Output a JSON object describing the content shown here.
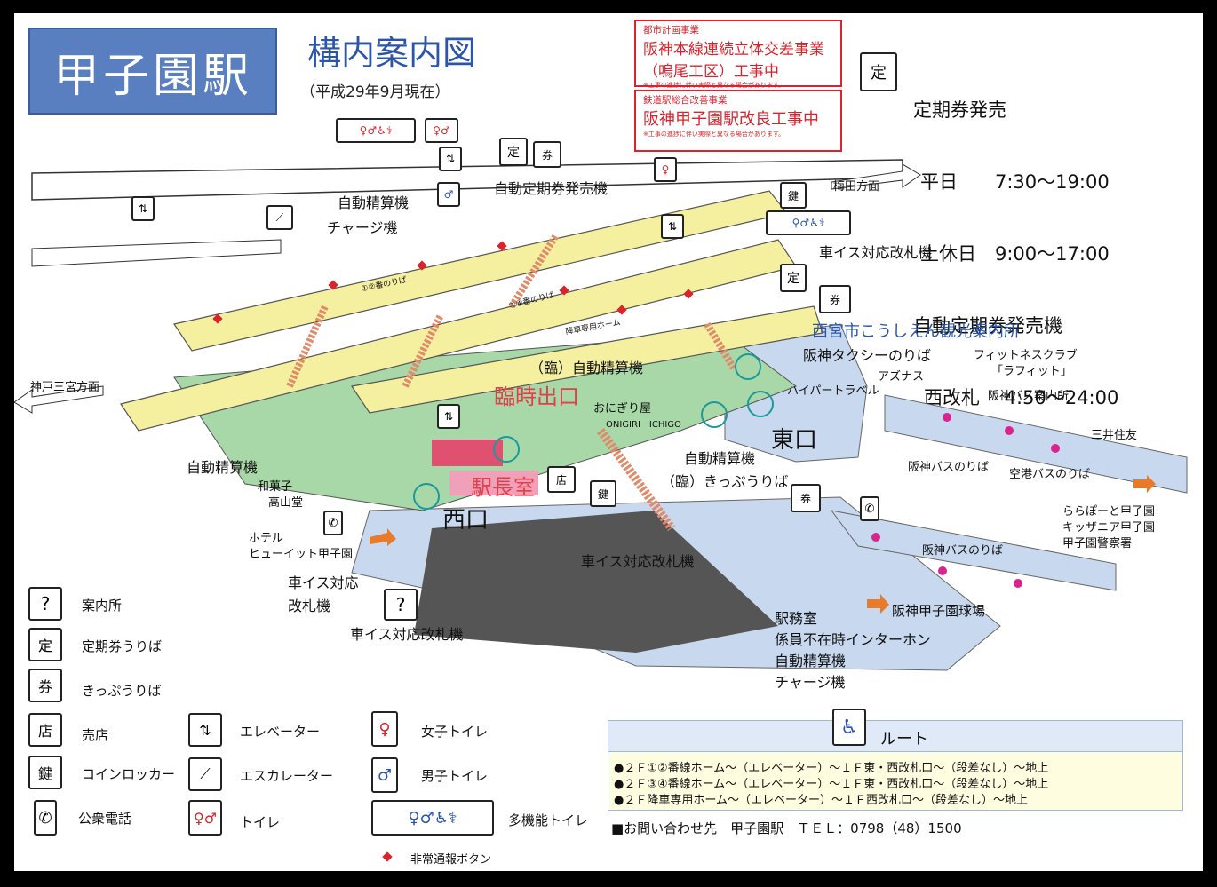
{
  "header": {
    "station_name": "甲子園駅",
    "map_title": "構内案内図",
    "as_of": "（平成29年9月現在）"
  },
  "notices": [
    {
      "category": "都市計画事業",
      "title": "阪神本線連続立体交差事業",
      "subtitle": "（鳴尾工区）工事中",
      "note": "※工事の進捗に伴い実際と異なる場合があります。"
    },
    {
      "category": "鉄道駅総合改善事業",
      "title": "阪神甲子園駅改良工事中",
      "note": "※工事の進捗に伴い実際と異なる場合があります。"
    }
  ],
  "ticket_info": {
    "title": "定期券発売",
    "weekday": "平日　　7:30〜19:00",
    "weekend": "土休日　9:00〜17:00",
    "machine_title": "自動定期券発売機",
    "machine_hours": "西改札　 4:50〜24:00"
  },
  "directions": {
    "umeda": "梅田方面",
    "kobe": "神戸三宮方面"
  },
  "map_labels": {
    "auto_adjust_charge_1": "自動精算機",
    "auto_adjust_charge_2": "チャージ機",
    "auto_commuter_machine": "自動定期券発売機",
    "wheelchair_gate_east": "車イス対応改札機",
    "tourist_office": "西宮市こうしえん観光案内所",
    "taxi": "阪神タクシーのりば",
    "aznas": "アズナス",
    "fitness": "フィットネスクラブ",
    "lafit": "「ラフィット」",
    "travel": "ハイパートラベル",
    "temp_auto_adjust": "（臨）自動精算機",
    "temp_exit": "臨時出口",
    "onigiri": "おにぎり屋",
    "onigiri_en": "ONIGIRI　ICHIGO",
    "east_exit": "東口",
    "bus_info": "阪神バス案内所",
    "mitsui": "三井住友",
    "hanshin_bus_1": "阪神バスのりば",
    "airport_bus": "空港バスのりば",
    "auto_adjust_west": "自動精算機",
    "wagashi_1": "和菓子",
    "wagashi_2": "高山堂",
    "hotel_1": "ホテル",
    "hotel_2": "ヒューイット甲子園",
    "station_office": "駅長室",
    "west_exit": "西口",
    "auto_adjust_center": "自動精算機",
    "temp_ticket": "（臨）きっぷうりば",
    "lalaport": "ららぽーと甲子園",
    "kidzania": "キッザニア甲子園",
    "police": "甲子園警察署",
    "hanshin_bus_2": "阪神バスのりば",
    "wheelchair_gate_center": "車イス対応改札機",
    "wheelchair_gate_w1": "車イス対応",
    "wheelchair_gate_w2": "改札機",
    "stadium": "阪神甲子園球場",
    "office_1": "駅務室",
    "office_2": "係員不在時インターホン",
    "office_3": "自動精算機",
    "office_4": "チャージ機",
    "wheelchair_gate_bottom": "車イス対応改札機",
    "platform_12": "①②番のりば",
    "platform_34": "③④番のりば",
    "platform_exit": "降車専用ホーム"
  },
  "legend": [
    {
      "icon": "info-icon",
      "glyph": "?",
      "label": "案内所"
    },
    {
      "icon": "commuter-pass-icon",
      "glyph": "定",
      "label": "定期券うりば"
    },
    {
      "icon": "ticket-office-icon",
      "glyph": "券",
      "label": "きっぷうりば"
    },
    {
      "icon": "shop-icon",
      "glyph": "店",
      "label": "売店"
    },
    {
      "icon": "coin-locker-icon",
      "glyph": "鍵",
      "label": "コインロッカー"
    },
    {
      "icon": "phone-icon",
      "glyph": "✆",
      "label": "公衆電話"
    },
    {
      "icon": "elevator-icon",
      "glyph": "⇅",
      "label": "エレベーター"
    },
    {
      "icon": "escalator-icon",
      "glyph": "⟋",
      "label": "エスカレーター"
    },
    {
      "icon": "toilet-icon",
      "glyph": "🚻",
      "label": "トイレ"
    },
    {
      "icon": "women-toilet-icon",
      "glyph": "♀",
      "label": "女子トイレ"
    },
    {
      "icon": "men-toilet-icon",
      "glyph": "♂",
      "label": "男子トイレ"
    },
    {
      "icon": "multipurpose-toilet-icon",
      "glyph": "♿",
      "label": "多機能トイレ"
    },
    {
      "icon": "emergency-button-icon",
      "glyph": "◆",
      "label": "非常通報ボタン"
    }
  ],
  "route": {
    "title": "ルート",
    "lines": [
      "●２Ｆ①②番線ホーム〜（エレベーター）〜１Ｆ東・西改札口〜（段差なし）〜地上",
      "●２Ｆ③④番線ホーム〜（エレベーター）〜１Ｆ東・西改札口〜（段差なし）〜地上",
      "●２Ｆ降車専用ホーム〜（エレベーター）〜１Ｆ西改札口〜（段差なし）〜地上"
    ]
  },
  "contact": "■お問い合わせ先　甲子園駅　ＴＥＬ：0798（48）1500",
  "colors": {
    "title_bg": "#5a7fc0",
    "platform": "#f5f0a0",
    "concourse": "#a8d8a8",
    "plaza": "#c8d8ee",
    "accent_red": "#d8242c",
    "accent_blue": "#2a55a8"
  }
}
